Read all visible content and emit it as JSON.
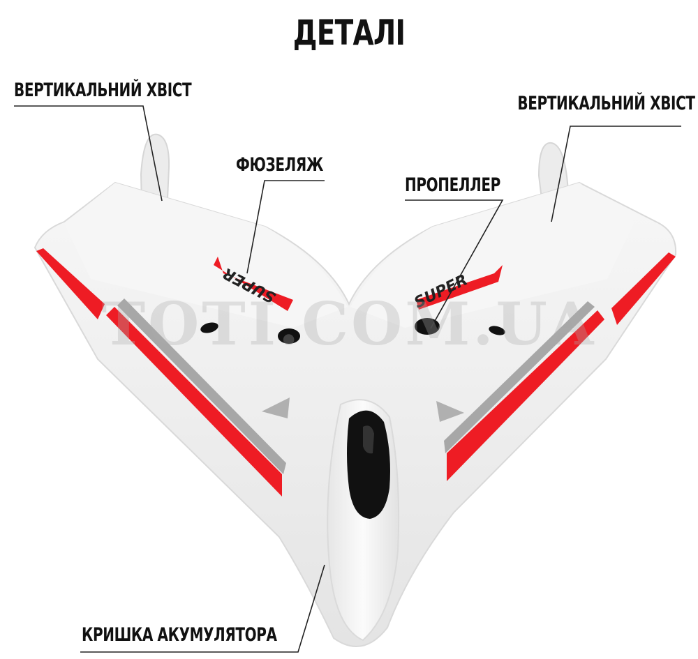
{
  "title": "ДЕТАЛІ",
  "labels": {
    "vertical_tail_left": "ВЕРТИКАЛЬНИЙ ХВІСТ",
    "vertical_tail_right": "ВЕРТИКАЛЬНИЙ ХВІСТ",
    "fuselage": "ФЮЗЕЛЯЖ",
    "propeller": "ПРОПЕЛЛЕР",
    "battery_cover": "КРИШКА АКУМУЛЯТОРА"
  },
  "decal_text": "SUPER",
  "watermark": "TOTI.COM.UA",
  "colors": {
    "body": "#f1f1f1",
    "stripe": "#ee1c24",
    "stripe_grey": "#a7a7a7",
    "canopy": "#111111",
    "leader_line": "#222222"
  }
}
